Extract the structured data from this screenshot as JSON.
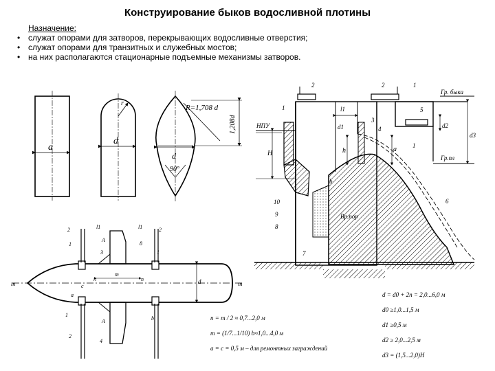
{
  "title": "Конструирование быков водосливной плотины",
  "intro": "Назначение:",
  "bullets": [
    "служат опорами для затворов, перекрывающих водосливные отверстия;",
    "служат опорами для транзитных и служебных мостов;",
    "на них располагаются стационарные подъемные механизмы затворов."
  ],
  "labels": {
    "a": "a",
    "d": "d",
    "r": "r",
    "radius": "R=1,708 d",
    "radius_h": "1,208d",
    "angle": "90°",
    "npu": "НПУ",
    "gr_byka": "Гр. быка",
    "gr_pl": "Гр.пл",
    "vr_por": "Вр.пор",
    "H": "H",
    "h": "h",
    "l1": "l1",
    "d1": "d1",
    "d2": "d2",
    "d3": "d3",
    "m": "m",
    "n": "n",
    "b": "b",
    "c": "c",
    "A": "A",
    "num1": "1",
    "num2": "2",
    "num3": "3",
    "num4": "4",
    "num5": "5",
    "num6": "6",
    "num7": "7",
    "num8": "8",
    "num9": "9",
    "num10": "10"
  },
  "formulas": [
    "n = m / 2 ≈ 0,7...2,0 м",
    "m = (1/7...1/10) b≈1,0...4,0 м",
    "a = c = 0,5 м – для ремонтных заграждений"
  ],
  "formulas_right": [
    "d = d0 + 2n = 2,0...6,0 м",
    "d0 ≥1,0...1,5 м",
    "d1 ≥0,5 м",
    "d2 ≥ 2,0...2,5 м",
    "d3 = (1,5...2,0)H"
  ]
}
